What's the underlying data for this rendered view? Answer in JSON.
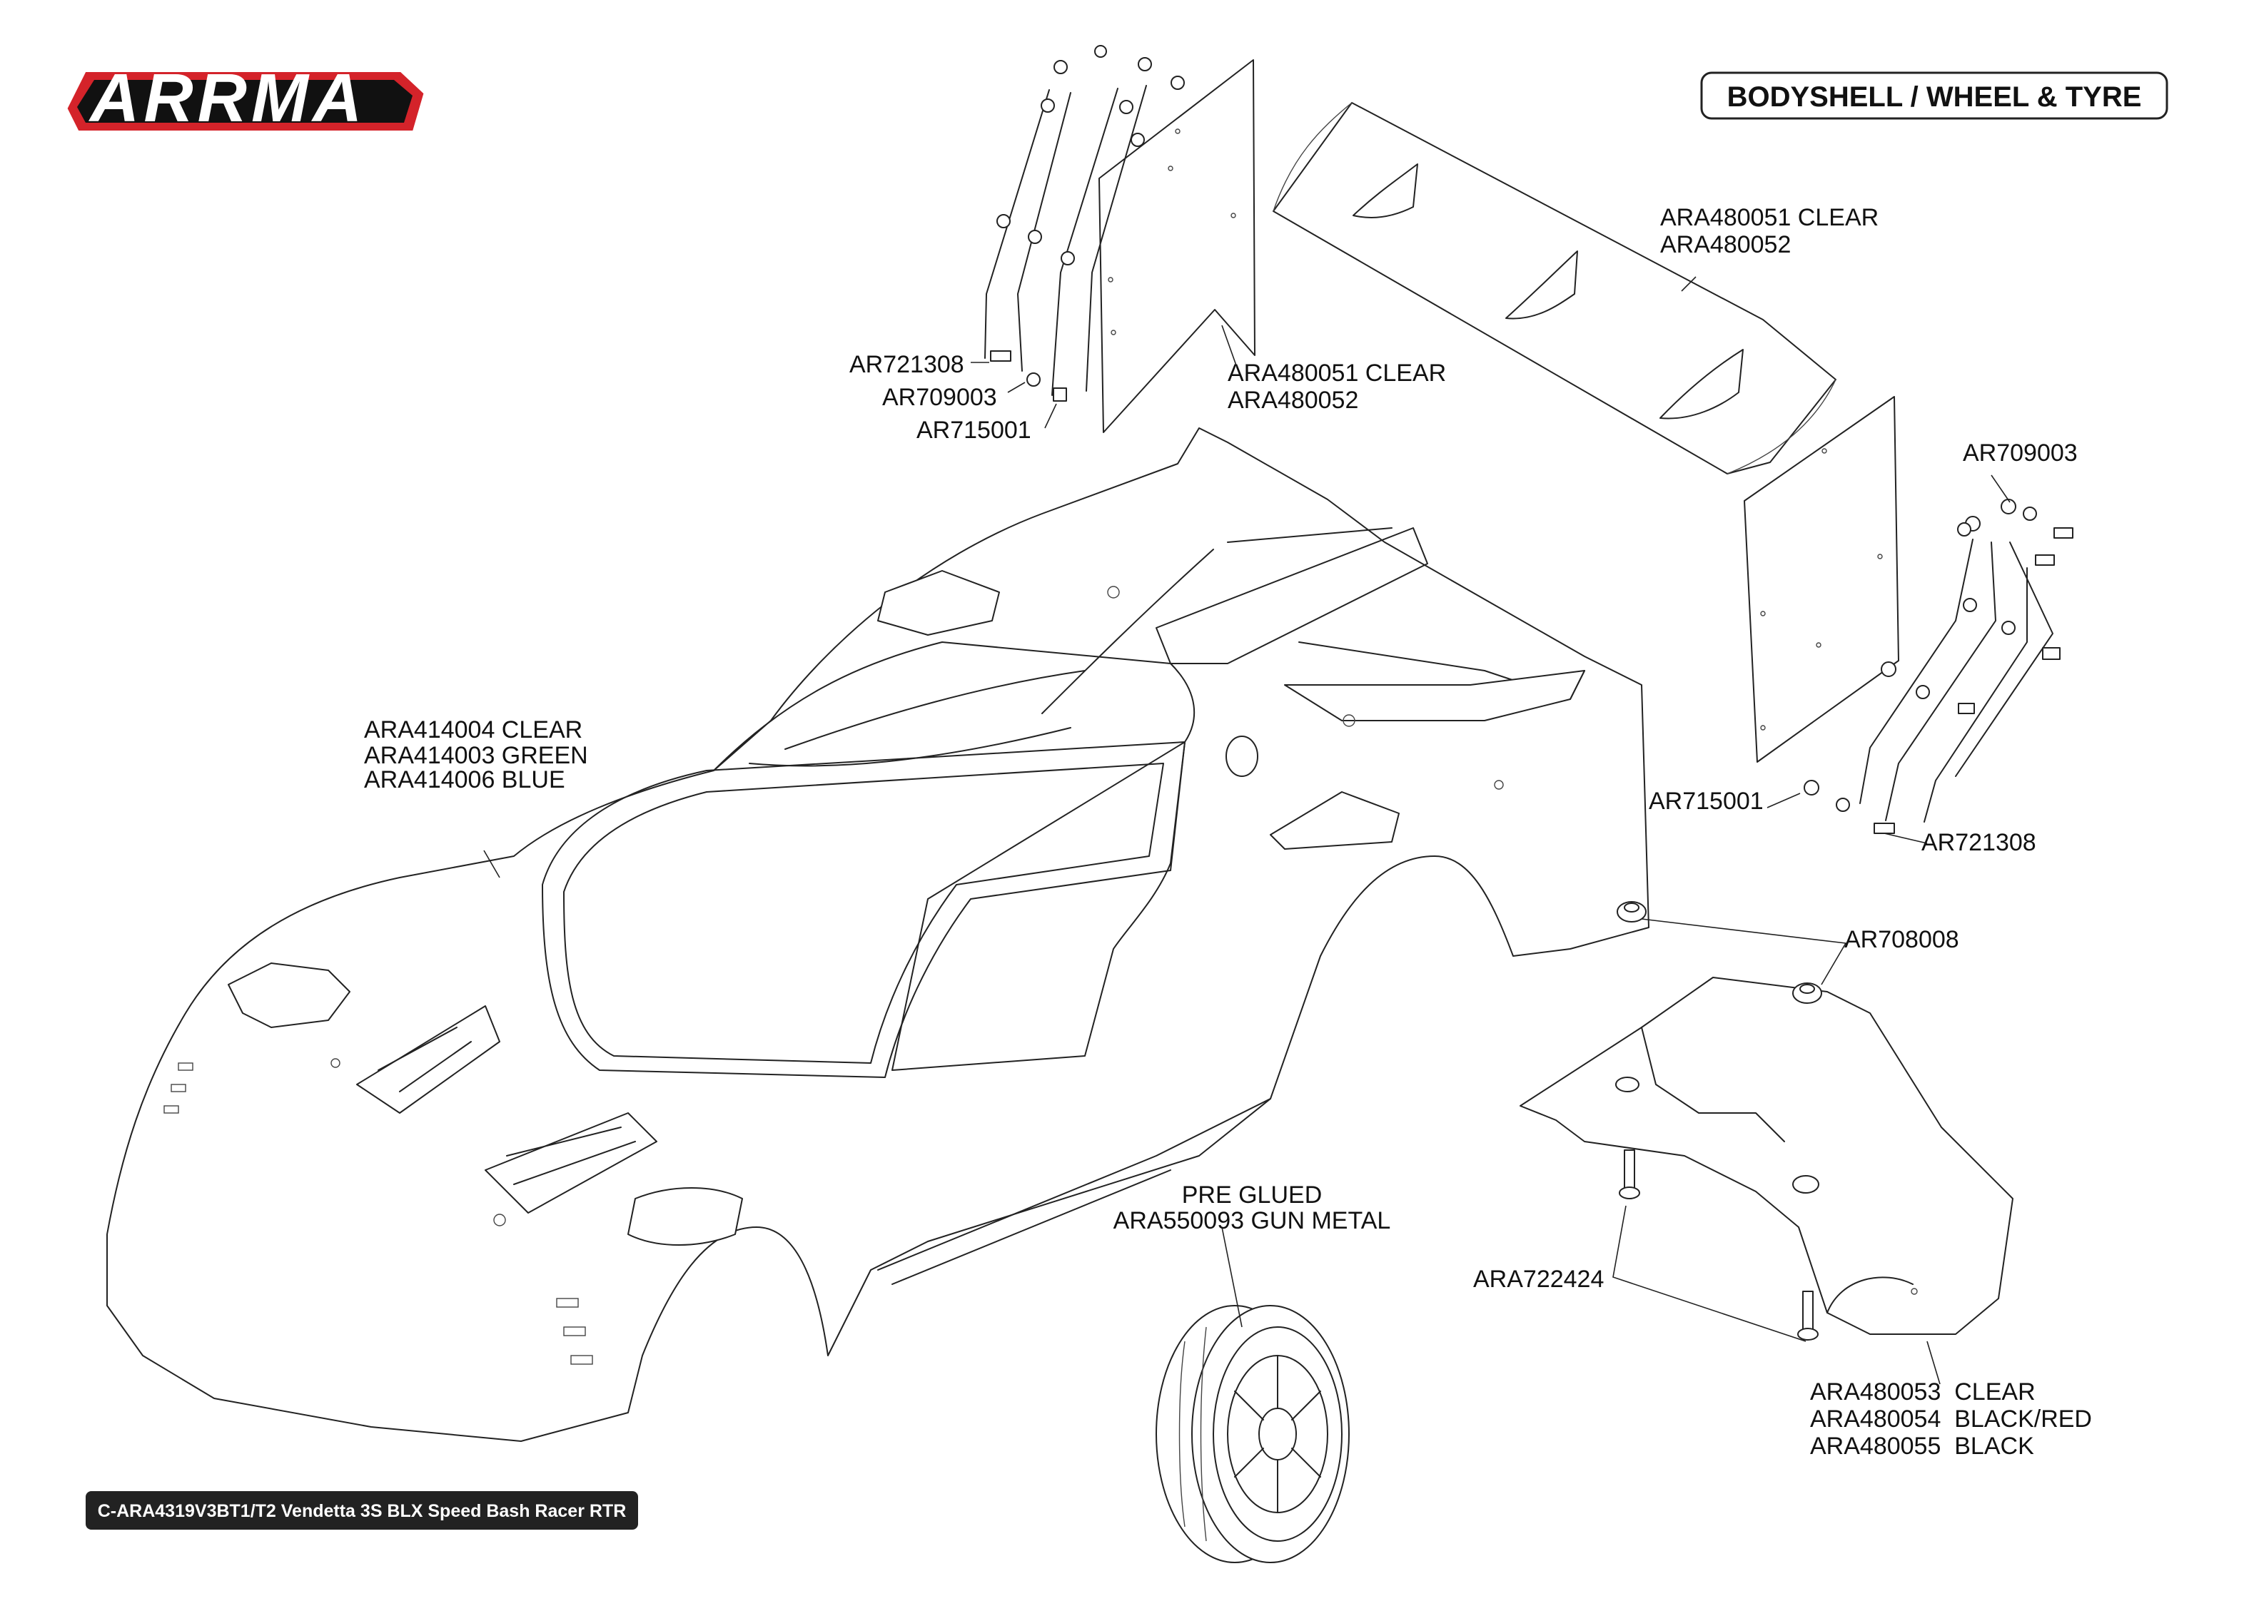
{
  "brand": {
    "logo_text": "ARRMA",
    "logo_color": "#d4232a"
  },
  "header": {
    "title": "BODYSHELL / WHEEL & TYRE"
  },
  "footer": {
    "model": "C-ARA4319V3BT1/T2 Vendetta 3S BLX Speed Bash Racer RTR"
  },
  "parts": {
    "top_left_screw": "AR721308",
    "top_left_washer": "AR709003",
    "top_left_nut": "AR715001",
    "left_wing_plate": [
      "ARA480051 CLEAR",
      "ARA480052"
    ],
    "rear_wing": [
      "ARA480051 CLEAR",
      "ARA480052"
    ],
    "right_washer": "AR709003",
    "right_nut": "AR715001",
    "right_screw": "AR721308",
    "body_shell": [
      "ARA414004 CLEAR",
      "ARA414003 GREEN",
      "ARA414006 BLUE"
    ],
    "diffuser_nut": "AR708008",
    "wheel": [
      "PRE GLUED",
      "ARA550093 GUN METAL"
    ],
    "diffuser_screw": "ARA722424",
    "diffuser": [
      "ARA480053  CLEAR",
      "ARA480054  BLACK/RED",
      "ARA480055  BLACK"
    ]
  }
}
